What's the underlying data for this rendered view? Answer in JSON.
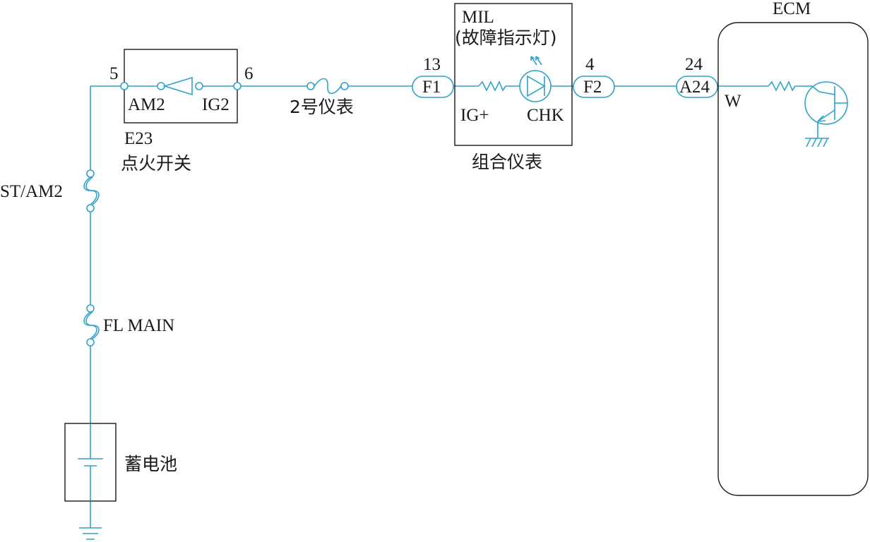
{
  "components": {
    "ignition_switch": {
      "name": "点火开关",
      "code": "E23",
      "pin_left": "5",
      "pin_right": "6",
      "contact_left": "AM2",
      "contact_right": "IG2"
    },
    "fuse_meter": {
      "label": "2号仪表"
    },
    "fuse_st_am2": {
      "label": "ST/AM2"
    },
    "fuse_fl_main": {
      "label": "FL MAIN"
    },
    "battery": {
      "label": "蓄电池"
    },
    "combination_meter": {
      "label": "组合仪表",
      "mil_line1": "MIL",
      "mil_line2": "(故障指示灯)",
      "terminal_in": "IG+",
      "terminal_out": "CHK",
      "connector_in": {
        "pin": "13",
        "label": "F1"
      },
      "connector_out": {
        "pin": "4",
        "label": "F2"
      }
    },
    "ecm": {
      "label": "ECM",
      "connector": {
        "pin": "24",
        "label": "A24"
      },
      "terminal": "W"
    }
  },
  "colors": {
    "wire": "#2ea3c9",
    "component": "#1a1a1a"
  }
}
